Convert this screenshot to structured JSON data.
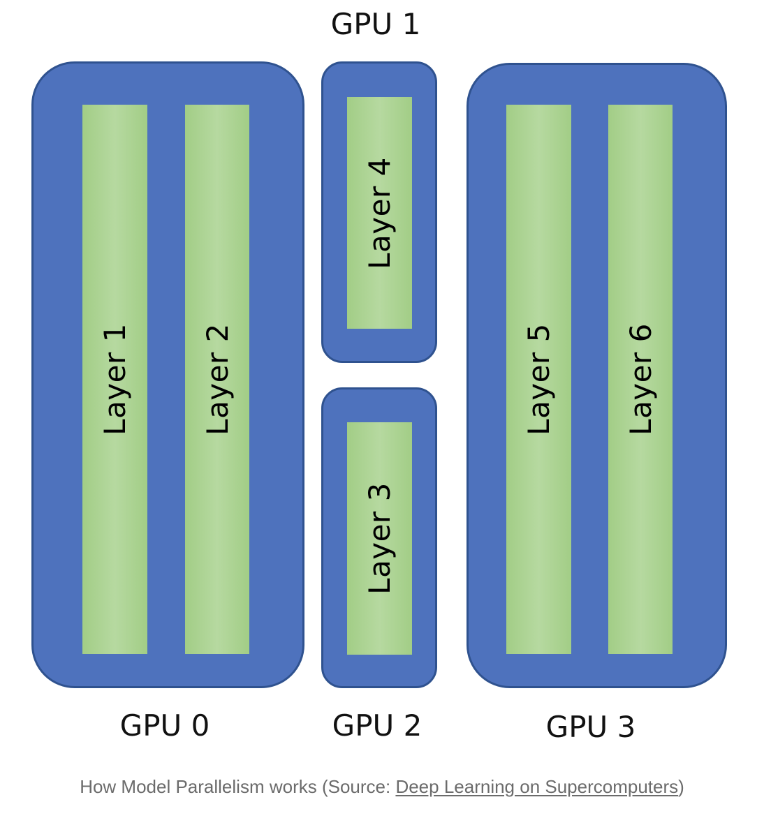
{
  "diagram": {
    "gpus": [
      {
        "label": "GPU 0",
        "layers": [
          "Layer 1",
          "Layer 2"
        ]
      },
      {
        "label": "GPU 1",
        "layers": [
          "Layer 4"
        ]
      },
      {
        "label": "GPU 2",
        "layers": [
          "Layer 3"
        ]
      },
      {
        "label": "GPU 3",
        "layers": [
          "Layer 5",
          "Layer 6"
        ]
      }
    ],
    "colors": {
      "gpu_fill": "#4e72bd",
      "gpu_border": "#2f528f",
      "layer_fill": "#a9d18e"
    }
  },
  "caption": {
    "prefix": "How Model Parallelism works (Source: ",
    "link_text": "Deep Learning on Supercomputers",
    "suffix": ")"
  }
}
